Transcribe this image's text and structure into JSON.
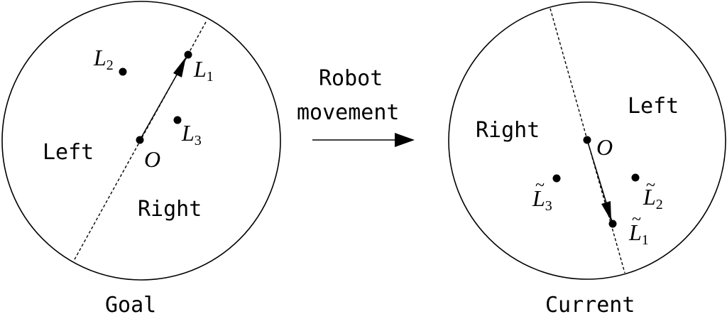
{
  "diagram": {
    "arrow_label_line1": "Robot",
    "arrow_label_line2": "movement",
    "goal": {
      "caption": "Goal",
      "left_label": "Left",
      "right_label": "Right",
      "origin": "O",
      "landmarks": [
        {
          "letter": "L",
          "sub": "2"
        },
        {
          "letter": "L",
          "sub": "1"
        },
        {
          "letter": "L",
          "sub": "3"
        }
      ]
    },
    "current": {
      "caption": "Current",
      "left_label": "Left",
      "right_label": "Right",
      "origin": "O",
      "landmarks": [
        {
          "tilde": "~",
          "letter": "L",
          "sub": "3"
        },
        {
          "tilde": "~",
          "letter": "L",
          "sub": "2"
        },
        {
          "tilde": "~",
          "letter": "L",
          "sub": "1"
        }
      ]
    }
  }
}
